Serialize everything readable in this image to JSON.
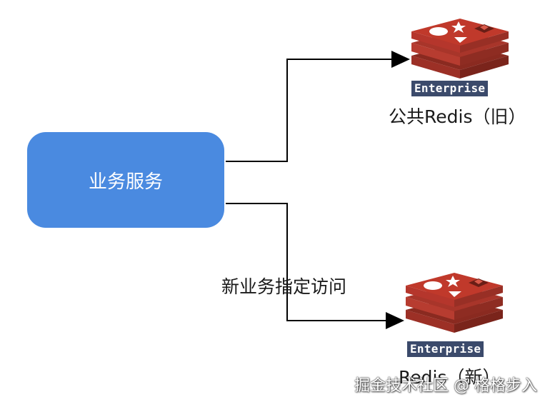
{
  "service_box": {
    "label": "业务服务"
  },
  "edge_label": "新业务指定访问",
  "redis_old": {
    "badge": "Enterprise",
    "label": "公共Redis（旧）"
  },
  "redis_new": {
    "badge": "Enterprise",
    "label": "Redis（新）"
  },
  "watermark": "掘金技术社区 @ 格格步入",
  "colors": {
    "service_fill": "#4a8ae0",
    "redis_red": "#b5362c",
    "redis_dark": "#8a2a20",
    "badge_fill": "#3b4a6b",
    "arrow": "#000000"
  },
  "icons": [
    "redis-logo-icon",
    "redis-logo-icon"
  ]
}
